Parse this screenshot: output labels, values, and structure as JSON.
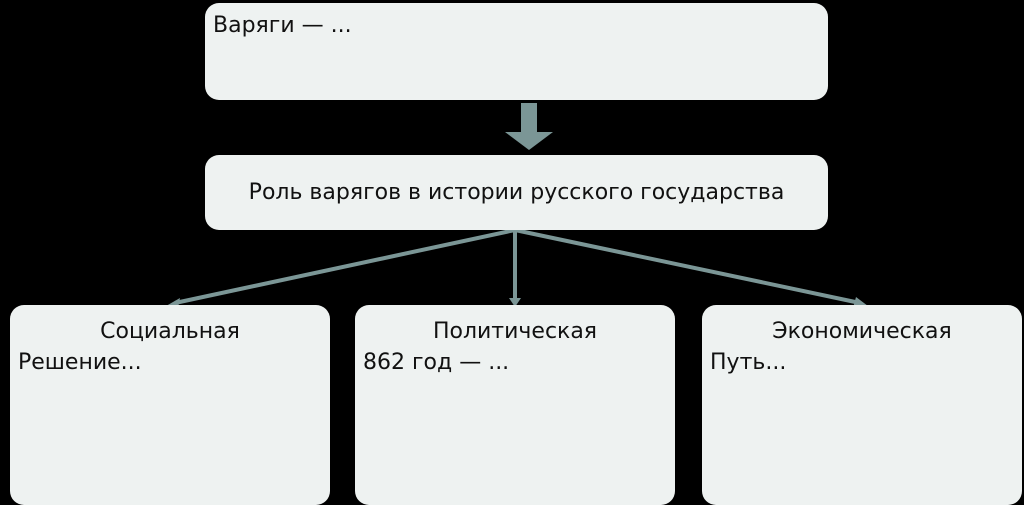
{
  "top_box": {
    "text": "Варяги — ..."
  },
  "center_box": {
    "text": "Роль варягов в истории русского государства"
  },
  "branches": [
    {
      "title": "Социальная",
      "text": "Решение..."
    },
    {
      "title": "Политическая",
      "text": "862 год — ..."
    },
    {
      "title": "Экономическая",
      "text": "Путь..."
    }
  ],
  "colors": {
    "box": "#eef2f1",
    "arrow": "#7b9696",
    "background": "#000000"
  }
}
